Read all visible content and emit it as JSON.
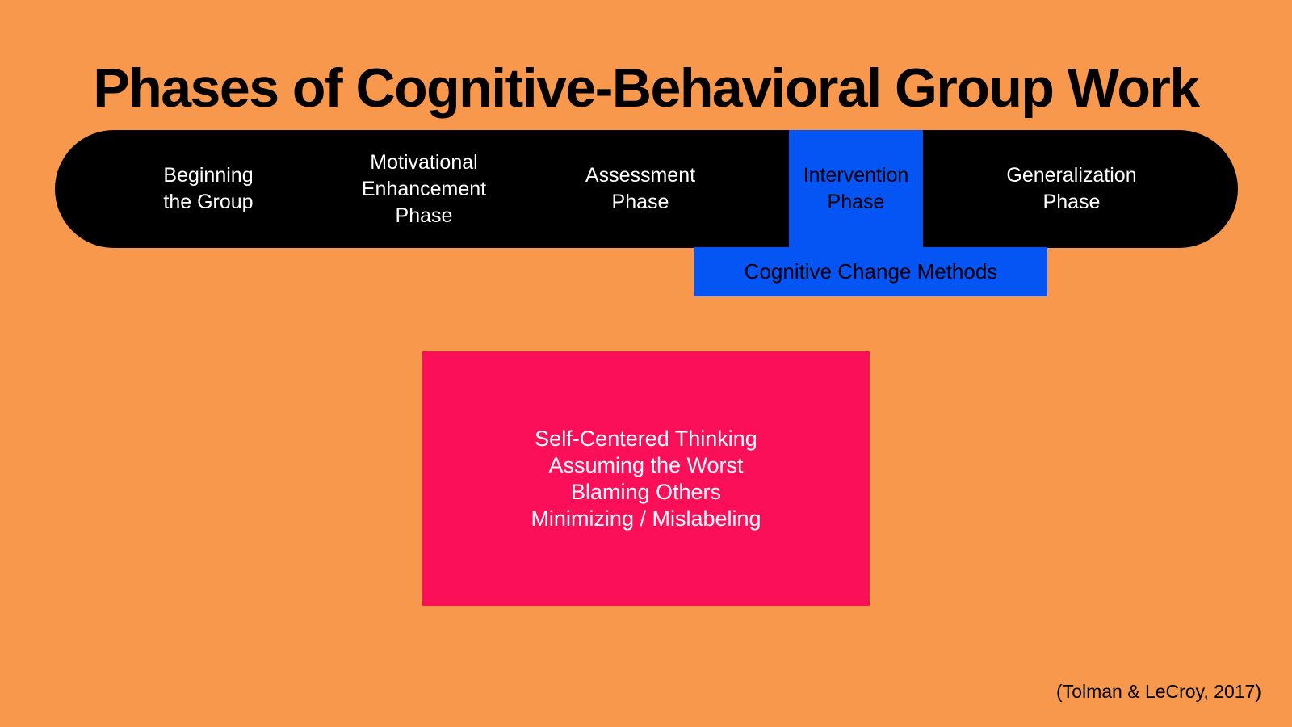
{
  "slide": {
    "title": "Phases of Cognitive-Behavioral Group Work",
    "citation": "(Tolman & LeCroy, 2017)"
  },
  "phases": [
    {
      "id": "beginning-the-group",
      "lines": [
        "Beginning",
        "the Group"
      ],
      "highlighted": false
    },
    {
      "id": "motivational-enhancement",
      "lines": [
        "Motivational",
        "Enhancement",
        "Phase"
      ],
      "highlighted": false
    },
    {
      "id": "assessment",
      "lines": [
        "Assessment",
        "Phase"
      ],
      "highlighted": false
    },
    {
      "id": "intervention",
      "lines": [
        "Intervention",
        "Phase"
      ],
      "highlighted": true
    },
    {
      "id": "generalization",
      "lines": [
        "Generalization",
        "Phase"
      ],
      "highlighted": false
    }
  ],
  "callout": {
    "label": "Cognitive Change Methods"
  },
  "pink_box": {
    "lines": [
      "Self-Centered Thinking",
      "Assuming the Worst",
      "Blaming Others",
      "Minimizing / Mislabeling"
    ]
  },
  "colors": {
    "background": "#F8984C",
    "bar": "#000000",
    "highlight": "#0555F5",
    "accent_pink": "#FB0F59",
    "text_light": "#FFFFFF",
    "text_dark": "#000000"
  }
}
